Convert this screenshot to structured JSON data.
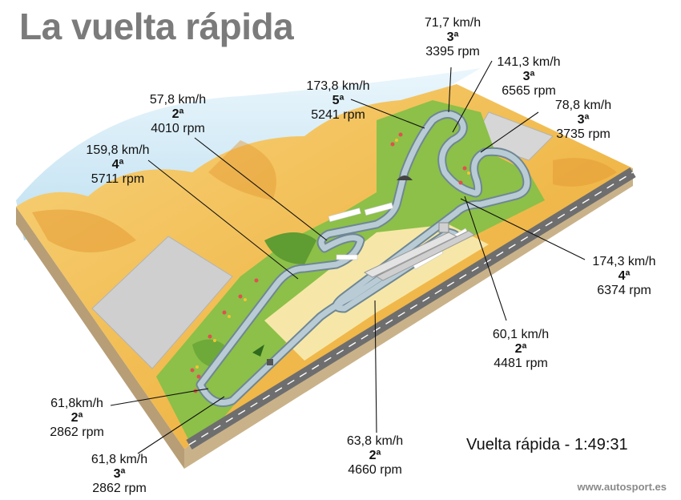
{
  "header": {
    "title": "La vuelta rápida"
  },
  "callouts": [
    {
      "speed": "71,7 km/h",
      "gear": "3ª",
      "rpm": "3395 rpm"
    },
    {
      "speed": "141,3 km/h",
      "gear": "3ª",
      "rpm": "6565 rpm"
    },
    {
      "speed": "78,8 km/h",
      "gear": "3ª",
      "rpm": "3735 rpm"
    },
    {
      "speed": "173,8 km/h",
      "gear": "5ª",
      "rpm": "5241 rpm"
    },
    {
      "speed": "57,8 km/h",
      "gear": "2ª",
      "rpm": "4010 rpm"
    },
    {
      "speed": "159,8 km/h",
      "gear": "4ª",
      "rpm": "5711 rpm"
    },
    {
      "speed": "174,3 km/h",
      "gear": "4ª",
      "rpm": "6374 rpm"
    },
    {
      "speed": "60,1 km/h",
      "gear": "2ª",
      "rpm": "4481 rpm"
    },
    {
      "speed": "61,8km/h",
      "gear": "2ª",
      "rpm": "2862 rpm"
    },
    {
      "speed": "63,8 km/h",
      "gear": "2ª",
      "rpm": "4660 rpm"
    },
    {
      "speed": "61,8 km/h",
      "gear": "3ª",
      "rpm": "2862 rpm"
    }
  ],
  "footer": {
    "lap": "Vuelta rápida - 1:49:31",
    "source": "www.autosport.es"
  },
  "colors": {
    "title": "#7b7b7b",
    "sand": "#f0b84a",
    "sand_dark": "#d98f2a",
    "grass": "#8cc048",
    "track": "#9fb3bd",
    "sky": "#cfe7f3",
    "slab_side": "#b8a383"
  }
}
